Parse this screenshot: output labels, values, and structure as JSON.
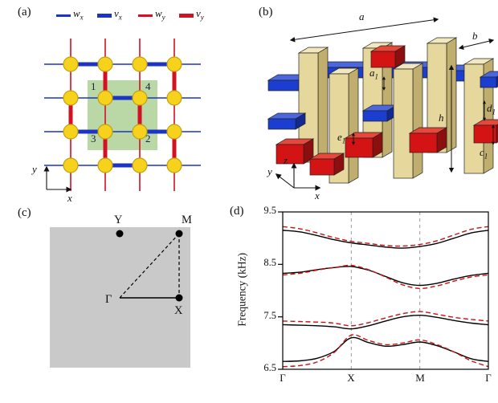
{
  "figure": {
    "panel_a_label": "(a)",
    "panel_b_label": "(b)",
    "panel_c_label": "(c)",
    "panel_d_label": "(d)"
  },
  "panel_a": {
    "legend": {
      "wx_main": "w",
      "wx_sub": "x",
      "vx_main": "v",
      "vx_sub": "x",
      "wy_main": "w",
      "wy_sub": "y",
      "vy_main": "v",
      "vy_sub": "y"
    },
    "sites": {
      "s1": "1",
      "s2": "2",
      "s3": "3",
      "s4": "4"
    },
    "axis_x": "x",
    "axis_y": "y",
    "colors": {
      "x_bonds": "#1c34c6",
      "y_bonds": "#d31024",
      "site_fill": "#f6d21c",
      "site_stroke": "#c2a00e",
      "cell_fill": "#b9d8a6"
    }
  },
  "panel_b": {
    "dim_a": "a",
    "dim_b": "b",
    "dim_h": "h",
    "dim_a1_main": "a",
    "dim_a1_sub": "1",
    "dim_c1_main": "c",
    "dim_c1_sub": "1",
    "dim_d1_main": "d",
    "dim_d1_sub": "1",
    "dim_e1_main": "e",
    "dim_e1_sub": "1",
    "axis_x": "x",
    "axis_y": "y",
    "axis_z": "z",
    "colors": {
      "pillar_front": "#e6d79c",
      "pillar_top": "#f2e8bd",
      "pillar_side": "#bfae6e",
      "red_front": "#d41414",
      "red_top": "#e8483c",
      "red_side": "#8c0f0f",
      "blue_front": "#1b3ed0",
      "blue_top": "#4b67e0",
      "blue_side": "#12298f"
    }
  },
  "panel_c": {
    "pt_gamma": "Γ",
    "pt_x": "X",
    "pt_m": "M",
    "pt_y": "Y"
  },
  "chart_data": {
    "type": "line",
    "title": "",
    "xlabel": "",
    "ylabel": "Frequency (kHz)",
    "ylim": [
      6.5,
      9.5
    ],
    "yticks": [
      6.5,
      7.5,
      8.5,
      9.5
    ],
    "xticklabels": [
      "Γ",
      "X",
      "M",
      "Γ"
    ],
    "xtick_positions": [
      0,
      0.3333,
      0.6667,
      1
    ],
    "grid": "vertical-dashed-at-X-and-M",
    "legend_position": "none",
    "x": [
      0,
      0.083,
      0.167,
      0.25,
      0.333,
      0.417,
      0.5,
      0.583,
      0.667,
      0.75,
      0.833,
      0.917,
      1
    ],
    "series": [
      {
        "name": "band1-black-solid",
        "color": "#000000",
        "dash": false,
        "y": [
          6.65,
          6.66,
          6.71,
          6.84,
          7.1,
          7.01,
          6.94,
          6.97,
          7.02,
          6.95,
          6.83,
          6.7,
          6.65
        ]
      },
      {
        "name": "band2-black-solid",
        "color": "#000000",
        "dash": false,
        "y": [
          7.35,
          7.34,
          7.33,
          7.31,
          7.27,
          7.33,
          7.42,
          7.5,
          7.53,
          7.49,
          7.43,
          7.38,
          7.35
        ]
      },
      {
        "name": "band3-black-solid",
        "color": "#000000",
        "dash": false,
        "y": [
          8.33,
          8.35,
          8.4,
          8.44,
          8.46,
          8.39,
          8.27,
          8.15,
          8.1,
          8.14,
          8.22,
          8.29,
          8.33
        ]
      },
      {
        "name": "band4-black-solid",
        "color": "#000000",
        "dash": false,
        "y": [
          9.15,
          9.12,
          9.05,
          8.97,
          8.91,
          8.87,
          8.83,
          8.81,
          8.84,
          8.9,
          9.0,
          9.1,
          9.15
        ]
      },
      {
        "name": "band1-red-dashed",
        "color": "#cc1111",
        "dash": true,
        "y": [
          6.55,
          6.57,
          6.64,
          6.82,
          7.15,
          7.05,
          6.97,
          7.0,
          7.06,
          6.97,
          6.83,
          6.66,
          6.55
        ]
      },
      {
        "name": "band2-red-dashed",
        "color": "#cc1111",
        "dash": true,
        "y": [
          7.42,
          7.41,
          7.4,
          7.38,
          7.33,
          7.39,
          7.48,
          7.56,
          7.6,
          7.55,
          7.49,
          7.45,
          7.42
        ]
      },
      {
        "name": "band3-red-dashed",
        "color": "#cc1111",
        "dash": true,
        "y": [
          8.3,
          8.33,
          8.39,
          8.44,
          8.48,
          8.4,
          8.26,
          8.11,
          8.04,
          8.09,
          8.18,
          8.26,
          8.3
        ]
      },
      {
        "name": "band4-red-dashed",
        "color": "#cc1111",
        "dash": true,
        "y": [
          9.22,
          9.18,
          9.1,
          9.01,
          8.94,
          8.9,
          8.86,
          8.85,
          8.88,
          8.95,
          9.06,
          9.17,
          9.22
        ]
      }
    ]
  }
}
